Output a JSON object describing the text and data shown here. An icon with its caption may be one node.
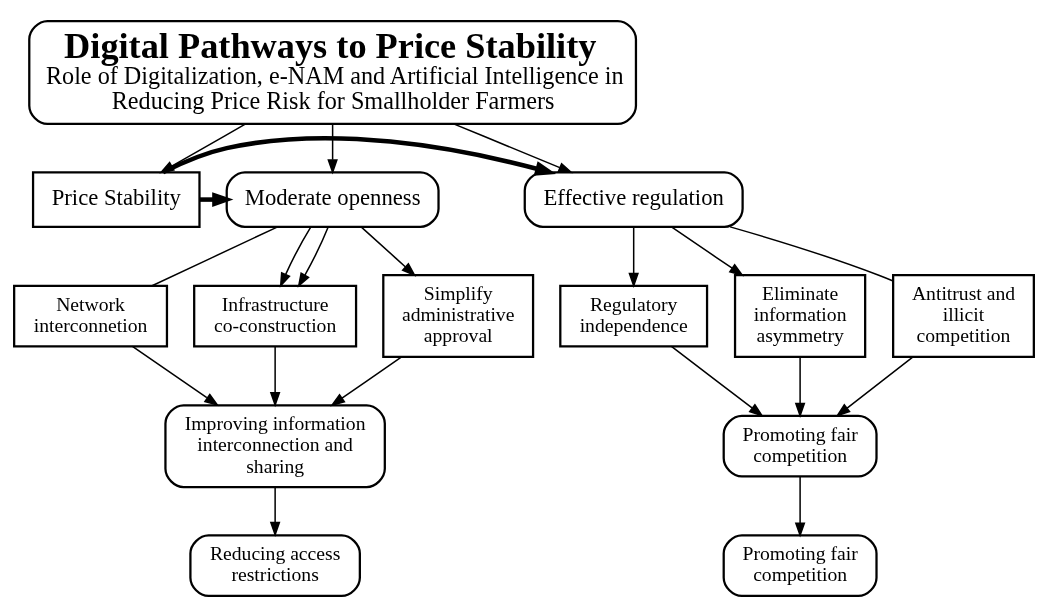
{
  "diagram": {
    "nodes": [
      {
        "text": [
          "Digital Pathways to Price Stability",
          "Role of Digitalization, e-NAM and Artificial Intelligence in Reducing Price Risk for Smallholder Farmers"
        ]
      },
      {
        "text": [
          "Moderate openness"
        ]
      },
      {
        "text": [
          "Price Stability"
        ]
      },
      {
        "text": [
          "Effective regulation"
        ]
      },
      {
        "text": [
          "Network interconnetion"
        ]
      },
      {
        "text": [
          "Infrastructure co-construction"
        ]
      },
      {
        "text": [
          "Simplify administrative approval"
        ]
      },
      {
        "text": [
          "Regulatory independence"
        ]
      },
      {
        "text": [
          "Eliminate information asymmetry"
        ]
      },
      {
        "text": [
          "Antitrust and illicit competition"
        ]
      },
      {
        "text": [
          "Improving information interconnection and sharing"
        ]
      },
      {
        "text": [
          "Reducing access restrictions"
        ]
      },
      {
        "text": [
          "Promoting fair competition"
        ]
      },
      {
        "text": [
          "Promoting fair competition"
        ]
      }
    ],
    "edges": [
      {
        "from": 0,
        "to": 1,
        "arrow": "to"
      },
      {
        "from": 0,
        "to": 2,
        "arrow": "to"
      },
      {
        "from": 0,
        "to": 3,
        "arrow": "to"
      },
      {
        "from": 2,
        "to": 1,
        "arrow": "to",
        "style": "thick"
      },
      {
        "from": 2,
        "to": 3,
        "arrow": "to",
        "style": "thick"
      },
      {
        "from": 1,
        "to": 4,
        "arrow": "none"
      },
      {
        "from": 1,
        "to": 5,
        "arrow": "to"
      },
      {
        "from": 1,
        "to": 5,
        "arrow": "to"
      },
      {
        "from": 1,
        "to": 6,
        "arrow": "to"
      },
      {
        "from": 3,
        "to": 7,
        "arrow": "to"
      },
      {
        "from": 3,
        "to": 8,
        "arrow": "to"
      },
      {
        "from": 3,
        "to": 9,
        "arrow": "none"
      },
      {
        "from": 4,
        "to": 10,
        "arrow": "to"
      },
      {
        "from": 5,
        "to": 10,
        "arrow": "to"
      },
      {
        "from": 6,
        "to": 10,
        "arrow": "to"
      },
      {
        "from": 10,
        "to": 11,
        "arrow": "to"
      },
      {
        "from": 7,
        "to": 12,
        "arrow": "to"
      },
      {
        "from": 8,
        "to": 12,
        "arrow": "to"
      },
      {
        "from": 9,
        "to": 12,
        "arrow": "to"
      },
      {
        "from": 12,
        "to": 13,
        "arrow": "to"
      }
    ]
  }
}
